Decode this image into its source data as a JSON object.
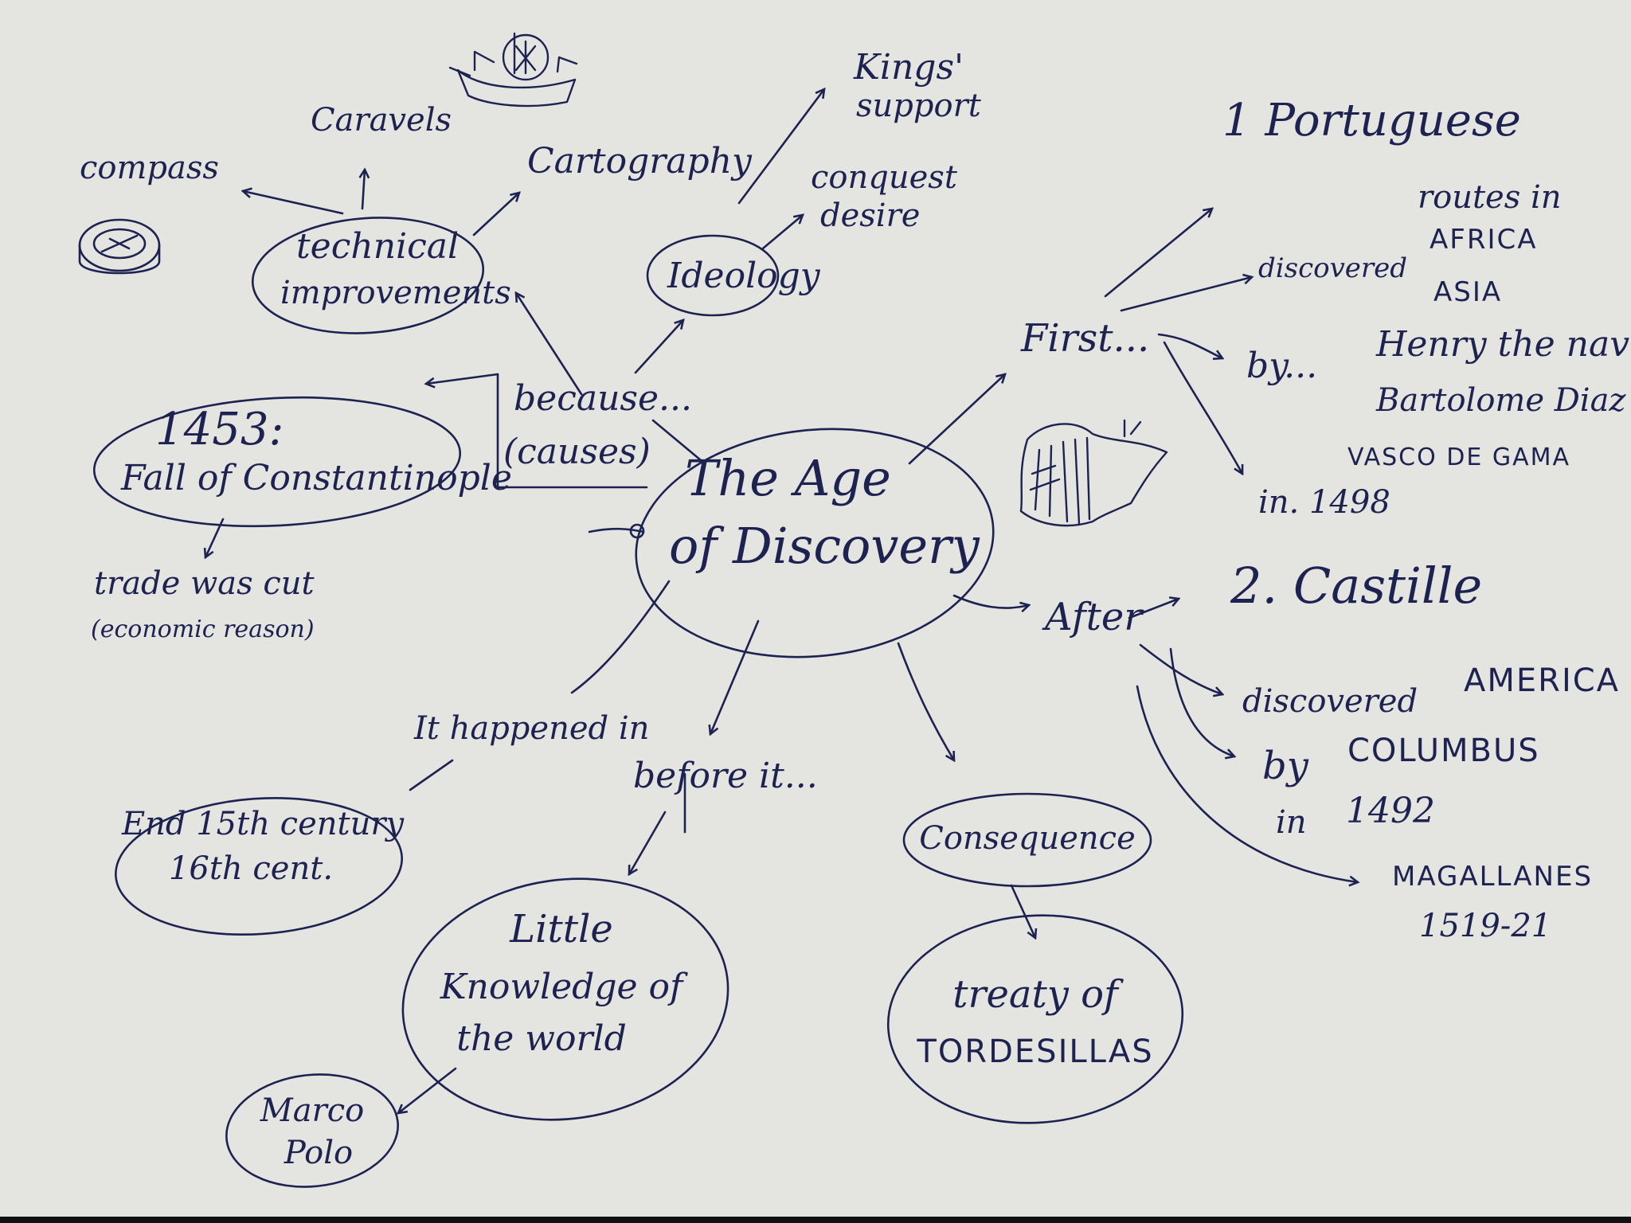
{
  "colors": {
    "paper": "#e4e5e1",
    "ink": "#1d2250",
    "frame": "#111111"
  },
  "icons": [
    "caravel-ship-icon",
    "compass-icon",
    "iberian-map-icon"
  ],
  "center": {
    "line1": "The Age",
    "line2": "of Discovery"
  },
  "causes": {
    "label_1": "because...",
    "label_2": "(causes)",
    "technical": {
      "label_1": "technical",
      "label_2": "improvements",
      "compass": "compass",
      "caravels": "Caravels",
      "cartography": "Cartography"
    },
    "ideology": {
      "label": "Ideology",
      "kings_1": "Kings'",
      "kings_2": "support",
      "conquest_1": "conquest",
      "conquest_2": "desire"
    },
    "constantinople": {
      "line1": "1453:",
      "line2": "Fall of Constantinople",
      "effect_1": "trade was cut",
      "effect_2": "(economic reason)"
    }
  },
  "first": {
    "label": "First...",
    "portuguese": "1 Portuguese",
    "discovered": "discovered",
    "routes_1": "routes in",
    "routes_2": "AFRICA",
    "routes_3": "ASIA",
    "by": "by...",
    "henry": "Henry the navi",
    "bartolome": "Bartolome Diaz",
    "vasco": "VASCO DE GAMA",
    "year": "in. 1498"
  },
  "after": {
    "label": "After",
    "castille": "2. Castille",
    "discovered": "discovered",
    "america": "AMERICA",
    "by": "by",
    "columbus": "COLUMBUS",
    "year_1": "in",
    "year_2": "1492",
    "magallanes_1": "MAGALLANES",
    "magallanes_2": "1519-21"
  },
  "when": {
    "label": "It happened in",
    "line1": "End 15th century",
    "line2": "16th cent."
  },
  "before": {
    "label": "before it...",
    "line1": "Little",
    "line2": "Knowledge of",
    "line3": "the world",
    "marco_1": "Marco",
    "marco_2": "Polo"
  },
  "consequence": {
    "label": "Consequence",
    "line1": "treaty of",
    "line2": "TORDESILLAS"
  }
}
